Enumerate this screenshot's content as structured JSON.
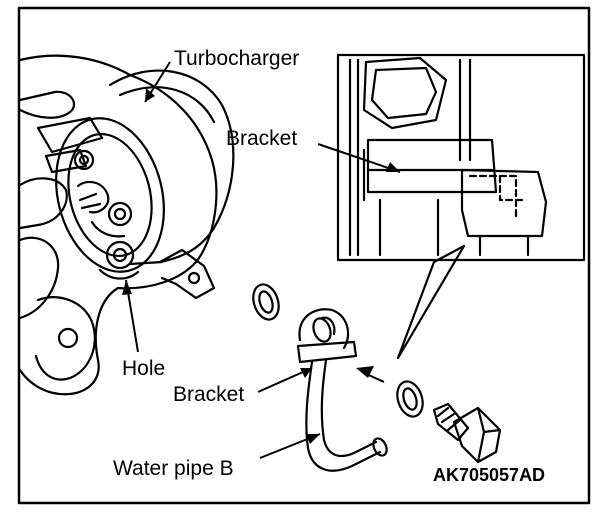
{
  "labels": {
    "turbocharger": "Turbocharger",
    "bracket_top": "Bracket",
    "hole": "Hole",
    "bracket_bottom": "Bracket",
    "water_pipe": "Water pipe B",
    "figure_code": "AK705057AD"
  },
  "colors": {
    "ink": "#000000",
    "paper": "#ffffff"
  }
}
